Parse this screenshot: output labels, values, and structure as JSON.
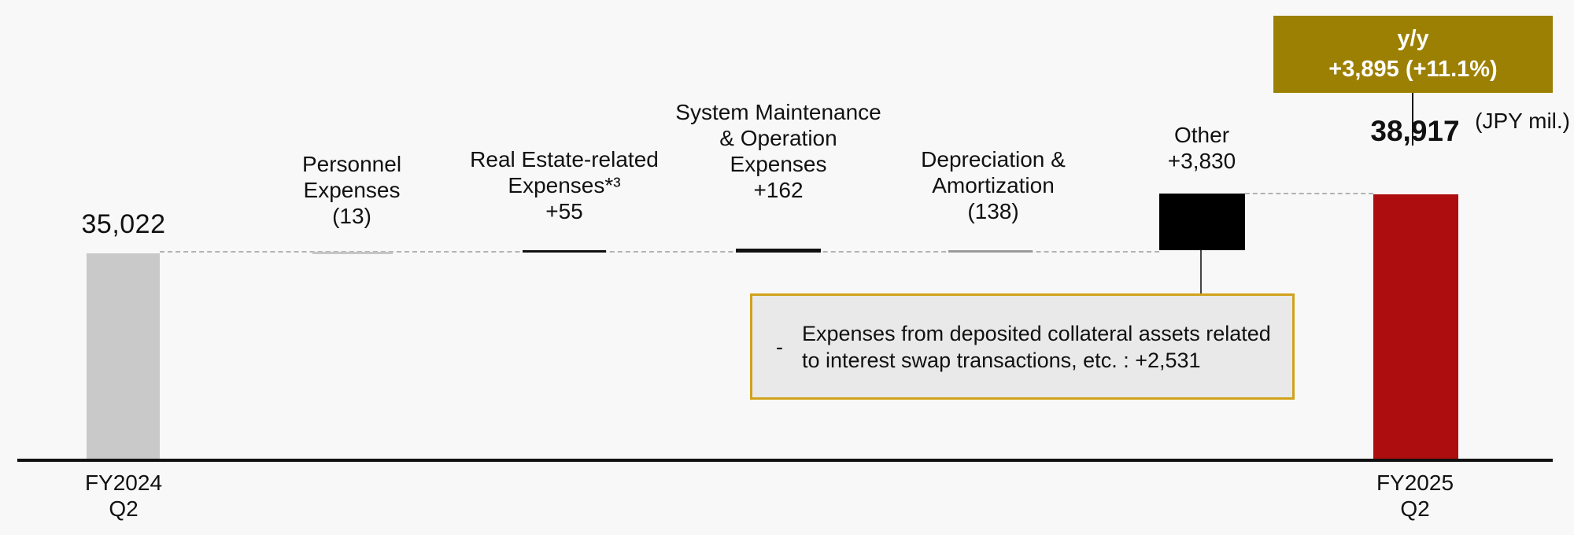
{
  "chart_data": {
    "type": "bar",
    "subtype": "waterfall",
    "unit": "JPY mil.",
    "unit_label": "(JPY mil.)",
    "start": {
      "category": "FY2024 Q2",
      "value": 35022,
      "display": "35,022"
    },
    "end": {
      "category": "FY2025 Q2",
      "value": 38917,
      "display": "38,917"
    },
    "deltas": [
      {
        "name": "Personnel Expenses",
        "value": -13,
        "display": "(13)"
      },
      {
        "name": "Real Estate-related Expenses *3",
        "value": 55,
        "display": "+55"
      },
      {
        "name": "System Maintenance & Operation Expenses",
        "value": 162,
        "display": "+162"
      },
      {
        "name": "Depreciation & Amortization",
        "value": -138,
        "display": "(138)"
      },
      {
        "name": "Other",
        "value": 3830,
        "display": "+3,830"
      }
    ],
    "yoy": {
      "label": "y/y",
      "value": 3895,
      "pct": 11.1,
      "display": "+3,895 (+11.1%)"
    },
    "note": "Expenses from deposited collateral assets related to interest swap transactions, etc. : +2,531",
    "legend_position": "none",
    "grid": false
  },
  "labels": {
    "start_value": "35,022",
    "end_value": "38,917",
    "unit": "(JPY mil.)",
    "yoy_line1": "y/y",
    "yoy_line2": "+3,895 (+11.1%)",
    "cat_personnel": "Personnel\nExpenses\n(13)",
    "cat_realestate": "Real Estate-related\nExpenses*³\n+55",
    "cat_system": "System Maintenance\n& Operation\nExpenses\n+162",
    "cat_depreciation": "Depreciation &\nAmortization\n(138)",
    "cat_other": "Other\n+3,830",
    "x_start": "FY2024\nQ2",
    "x_end": "FY2025\nQ2",
    "note_dash": "-",
    "note_text": "Expenses from deposited collateral assets related\nto interest swap transactions, etc. : +2,531"
  },
  "colors": {
    "background": "#f8f8f8",
    "axis": "#111111",
    "dotted": "#b3b3b3",
    "bar_start": "#c9c9c9",
    "bar_end": "#ae0d10",
    "bar_other": "#000000",
    "bar_pos": "#111111",
    "bar_neg_light": "#c6c6c6",
    "bar_neg_gray": "#9a9a9a",
    "yoy_box_bg": "#9c8003",
    "yoy_text": "#ffffff",
    "note_bg": "#e9e9e9",
    "note_border": "#d0a21b",
    "text": "#111111"
  }
}
